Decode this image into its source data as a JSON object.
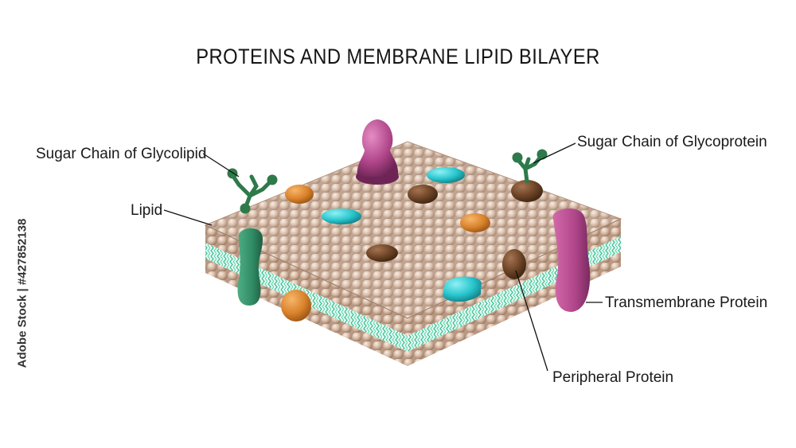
{
  "title": "PROTEINS AND MEMBRANE LIPID BILAYER",
  "labels": {
    "sugar_glycolipid": "Sugar Chain of Glycolipid",
    "lipid": "Lipid",
    "sugar_glycoprotein": "Sugar Chain of Glycoprotein",
    "transmembrane": "Transmembrane Protein",
    "peripheral": "Peripheral Protein"
  },
  "watermark_side_text": "Adobe Stock | #427852138",
  "colors": {
    "lipid_head": "#c9aa93",
    "lipid_tail": "#4fc9a3",
    "transmembrane_magenta": "#b0468a",
    "transmembrane_green": "#2f8a63",
    "peripheral_brown": "#6a4224",
    "orange_protein": "#d9822b",
    "cyan_protein": "#27c4cc",
    "sugar_chain": "#2e7a4a"
  }
}
